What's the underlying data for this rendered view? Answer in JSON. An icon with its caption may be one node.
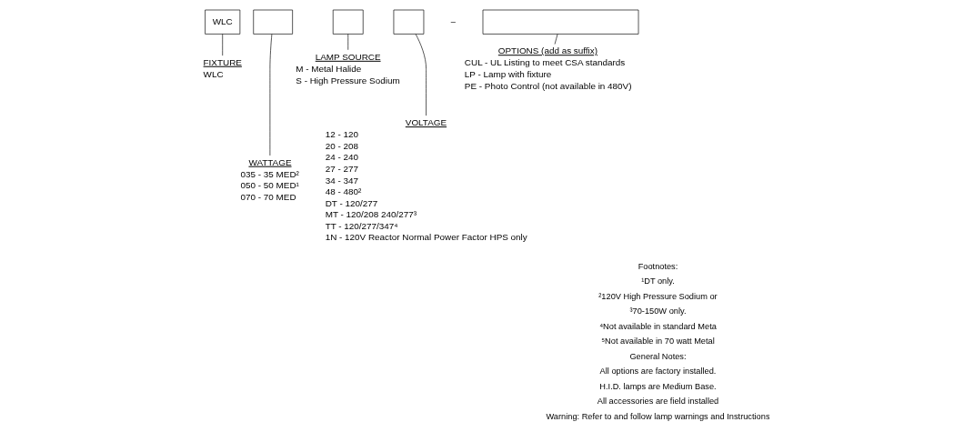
{
  "diagram": {
    "nodes": [
      {
        "text": [
          "WLC"
        ]
      },
      {
        "text": [],
        "shape": "box"
      },
      {
        "text": [],
        "shape": "box"
      },
      {
        "text": [],
        "shape": "box"
      },
      {
        "text": [],
        "shape": "box"
      },
      {
        "text": [
          "FIXTURE",
          "WLC"
        ]
      },
      {
        "text": [
          "LAMP SOURCE",
          "M - Metal Halide",
          "S - High Pressure Sodium"
        ]
      },
      {
        "text": [
          "OPTIONS (add as suffix)",
          "CUL - UL Listing to meet CSA standards",
          "LP - Lamp with fixture",
          "PE - Photo Control (not available in 480V)"
        ]
      },
      {
        "text": [
          "WATTAGE",
          "035 - 35 MED²",
          "050 - 50 MED¹",
          "070 - 70 MED"
        ]
      },
      {
        "text": [
          "VOLTAGE",
          "12 - 120",
          "20 - 208",
          "24 - 240",
          "27 - 277",
          "34 - 347",
          "48 - 480²",
          "DT - 120/277",
          "MT - 120/208 240/277³",
          "TT - 120/277/347⁴",
          "1N - 120V Reactor Normal Power Factor HPS only"
        ]
      }
    ],
    "edges": [
      {
        "from": 0,
        "to": 5,
        "arrow": "none"
      },
      {
        "from": 1,
        "to": 8,
        "arrow": "none"
      },
      {
        "from": 2,
        "to": 6,
        "arrow": "none"
      },
      {
        "from": 3,
        "to": 9,
        "arrow": "none"
      },
      {
        "from": 4,
        "to": 7,
        "arrow": "none"
      }
    ],
    "labels": [
      "–",
      "Footnotes:",
      "¹DT only.",
      "²120V High Pressure Sodium or",
      "³70-150W only.",
      "⁴Not available in standard Meta",
      "⁵Not available in 70 watt Metal",
      "General Notes:",
      "All options are factory installed.",
      "H.I.D. lamps are Medium Base.",
      "All accessories are field installed",
      "Warning: Refer to and follow lamp warnings and Instructions"
    ]
  }
}
